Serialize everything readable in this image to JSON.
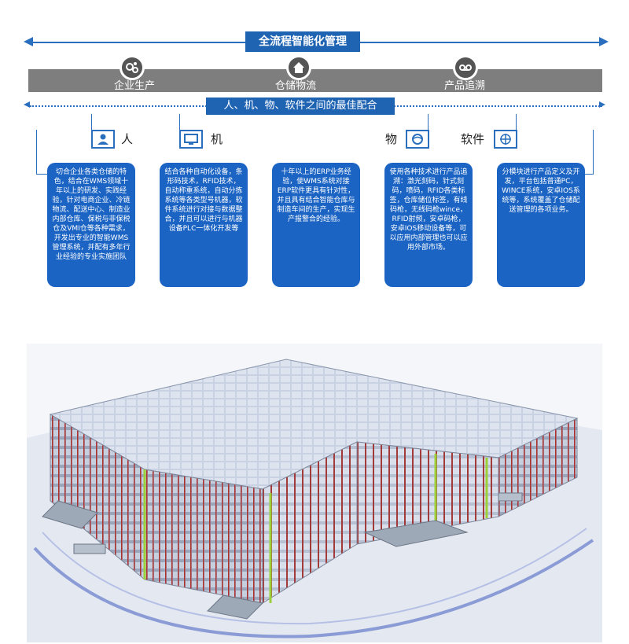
{
  "header": {
    "title": "全流程智能化管理",
    "subtitle": "人、机、物、软件之间的最佳配合"
  },
  "band": {
    "items": [
      {
        "label": "企业生产",
        "icon": "gears-icon"
      },
      {
        "label": "仓储物流",
        "icon": "house-icon"
      },
      {
        "label": "产品追溯",
        "icon": "tape-icon"
      }
    ]
  },
  "categories": [
    {
      "label": "人",
      "icon": "person-icon"
    },
    {
      "label": "机",
      "icon": "monitor-icon"
    },
    {
      "label": "物",
      "icon": "globe-icon"
    },
    {
      "label": "软件",
      "icon": "target-icon"
    }
  ],
  "cards": [
    {
      "text": "切合企业各类仓储的特色，结合在WMS领域十年以上的研发、实践经验，针对电商企业、冷链物流、配送中心、制造业内部仓库、保税与非保税仓及VMI仓等各种需求，开发出专业的智能WMS管理系统，并配有多年行业经验的专业实施团队"
    },
    {
      "text": "结合各种自动化设备，条形码技术，RFID技术，自动称重系统，自动分拣系统等各类型号机器，软件系统进行对接与数据整合，并且可以进行与机器设备PLC一体化开发等"
    },
    {
      "text": "十年以上的ERP业务经验，使WMS系统对接ERP软件更具有针对性，并且具有结合智能仓库与制造车间的生产，实现生产报警合的经验。"
    },
    {
      "text": "使用各种技术进行产品追溯：激光刻码，针式刻码，喷码，RFID各类标签，仓库储位标签，有线码枪，无线码枪wince，RFID射频，安卓码枪，安卓IOS移动设备等，可以应用内部管理也可以应用外部市场。"
    },
    {
      "text": "分模块进行产品定义及开发，平台包括普通PC，WINCE系统，安卓IOS系统等，系统覆盖了仓储配送管理的各项业务。"
    }
  ],
  "colors": {
    "accent": "#1f63b3",
    "card": "#1b64c4",
    "band": "#7e7e7e"
  }
}
